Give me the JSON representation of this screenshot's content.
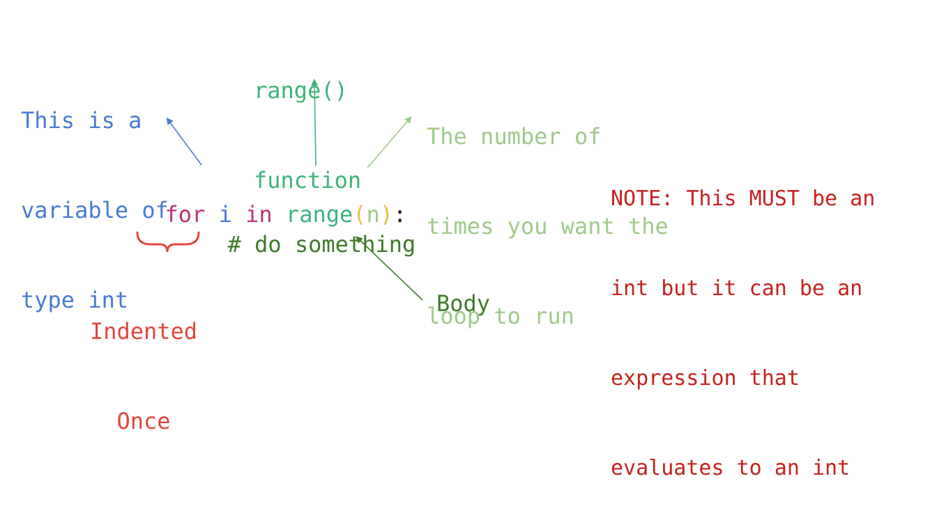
{
  "colors": {
    "blue": "#4a7bd0",
    "teal": "#3db47a",
    "light_green": "#9fc98a",
    "dark_green": "#3f7a2a",
    "red": "#c5221f",
    "orange_red": "#e0463d",
    "magenta": "#b8347a",
    "yellow": "#e8bf4a",
    "black": "#1a1a1a"
  },
  "code": {
    "keyword_for": "for",
    "var_i": "i",
    "keyword_in": "in",
    "func_range": "range",
    "paren_open": "(",
    "arg_n": "n",
    "paren_close": ")",
    "colon": ":",
    "comment": "# do something"
  },
  "annotations": {
    "variable": [
      "This is a",
      "variable of",
      "type int"
    ],
    "range_function": [
      "range()",
      "function"
    ],
    "times": [
      "The number of",
      "times you want the",
      "loop to run"
    ],
    "note": [
      "NOTE: This MUST be an",
      "int but it can be an",
      "expression that",
      "evaluates to an int"
    ],
    "indented": [
      "Indented",
      "Once"
    ],
    "body": "Body"
  }
}
